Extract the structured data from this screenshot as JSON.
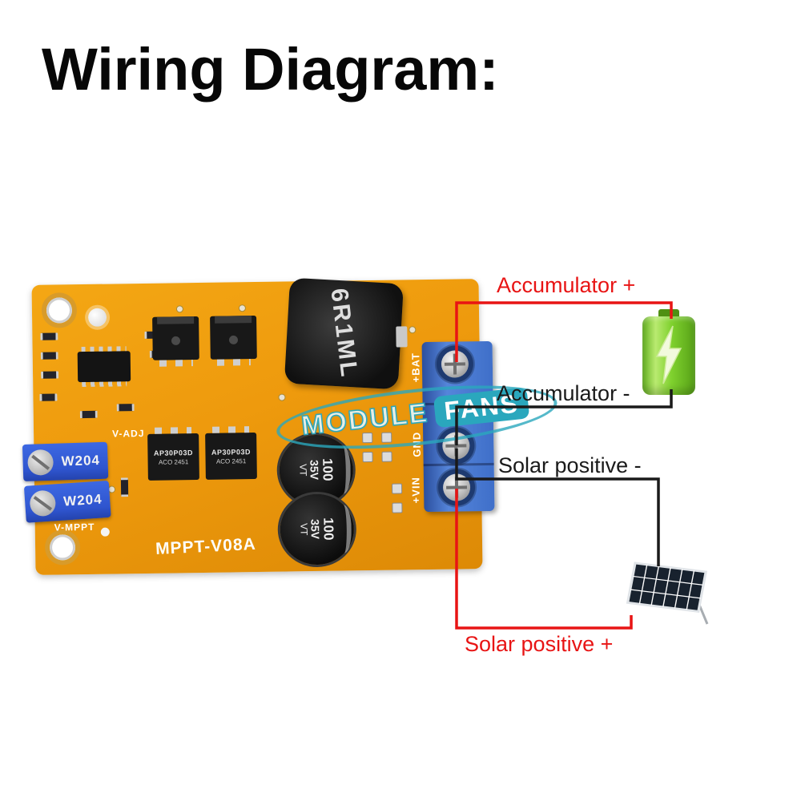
{
  "title": "Wiring Diagram:",
  "pcb": {
    "model": "MPPT-V08A",
    "silk_v_adj": "V-ADJ",
    "silk_v_mppt": "V-MPPT",
    "terminal_bat": "+BAT",
    "terminal_gnd": "GND",
    "terminal_vin": "+VIN",
    "inductor": "6R1ML",
    "trimmers": [
      "W204",
      "W204"
    ],
    "mosfets": [
      {
        "l1": "AP30P03D",
        "l2": "ACO 2451"
      },
      {
        "l1": "AP30P03D",
        "l2": "ACO 2451"
      }
    ],
    "capacitors": [
      {
        "l1": "100",
        "l2": "35V",
        "l3": "VT"
      },
      {
        "l1": "100",
        "l2": "35V",
        "l3": "VT"
      }
    ]
  },
  "watermark": {
    "word1": "MODULE",
    "word2": "FANS"
  },
  "wiring": {
    "accumulator_plus": "Accumulator +",
    "accumulator_minus": "Accumulator -",
    "solar_minus": "Solar positive -",
    "solar_plus": "Solar positive +"
  },
  "colors": {
    "title_black": "#070707",
    "board_orange": "#ee9a0d",
    "wire_positive": "#e81414",
    "wire_negative": "#1a1a1a",
    "terminal_blue": "#3f6fc9",
    "trimmer_blue": "#2f55cf",
    "battery_green": "#7fd12e",
    "watermark_teal": "#2aa7bd"
  }
}
